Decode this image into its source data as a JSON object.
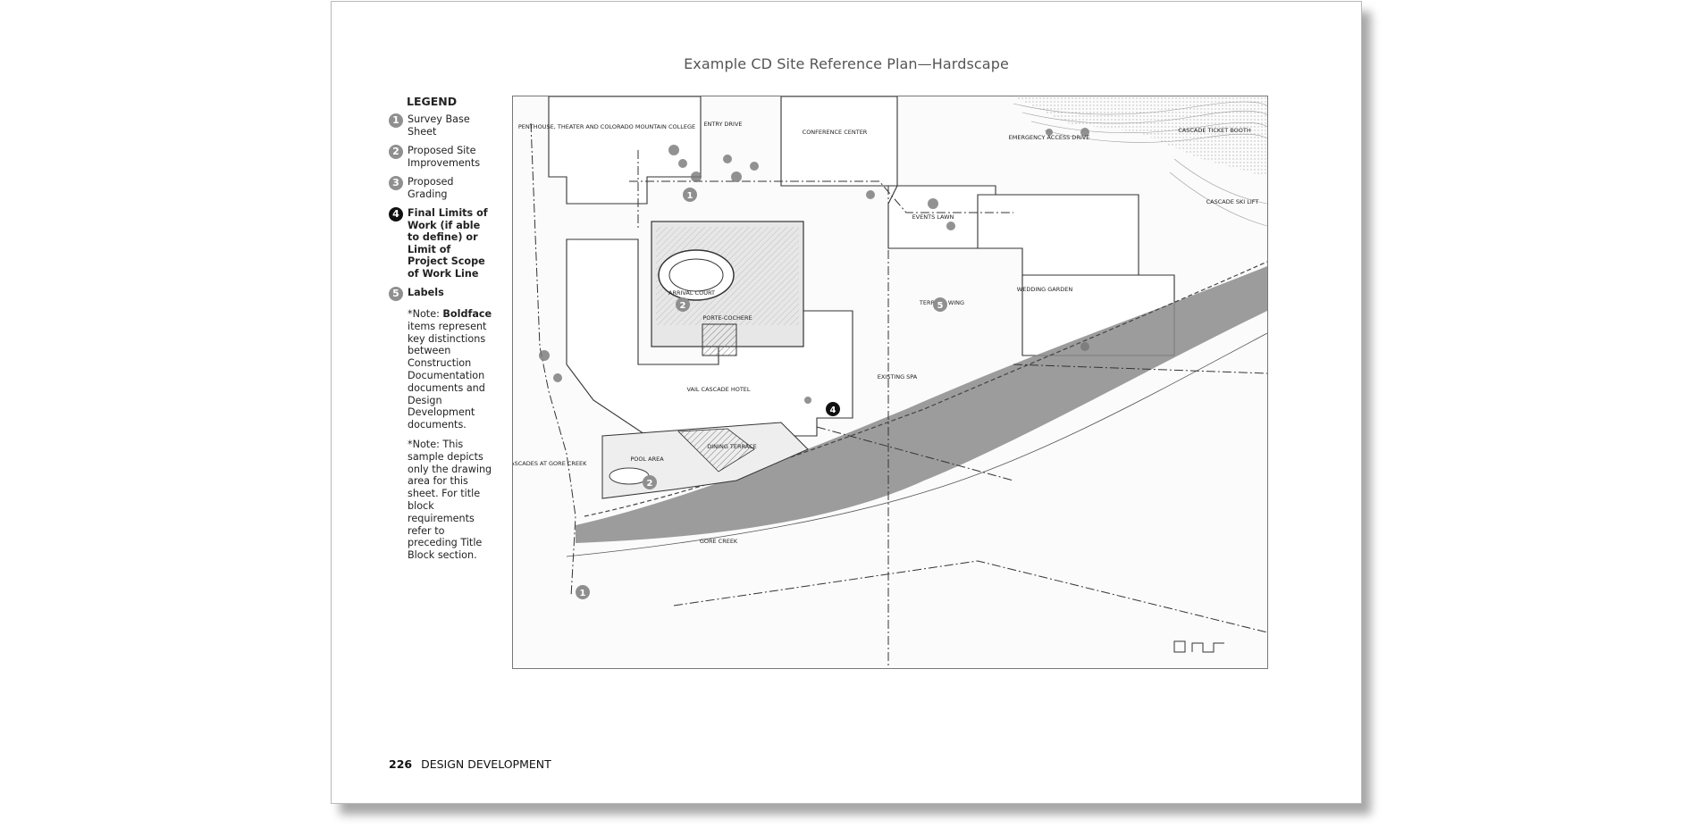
{
  "title": "Example CD Site Reference Plan—Hardscape",
  "legend": {
    "heading": "LEGEND",
    "items": [
      {
        "num": "1",
        "label": "Survey Base Sheet",
        "bold": false
      },
      {
        "num": "2",
        "label": "Proposed Site Improvements",
        "bold": false
      },
      {
        "num": "3",
        "label": "Proposed Grading",
        "bold": false
      },
      {
        "num": "4",
        "label": "Final Limits of Work (if able to define) or Limit of Project Scope of Work Line",
        "bold": true
      },
      {
        "num": "5",
        "label": "Labels",
        "bold": true
      }
    ],
    "note1_prefix": "*Note: ",
    "note1_bold": "Boldface",
    "note1_rest": " items represent key distinctions between Construction Documentation documents and Design Development documents.",
    "note2": "*Note: This sample depicts only the drawing area for this sheet. For title block requirements refer to preceding Title Block section."
  },
  "plan_labels": {
    "penthouse": "PENTHOUSE, THEATER AND COLORADO MOUNTAIN COLLEGE",
    "entry_drive": "ENTRY DRIVE",
    "conference": "CONFERENCE CENTER",
    "emergency": "EMERGENCY ACCESS DRIVE",
    "ticket": "CASCADE TICKET BOOTH",
    "ski_lift": "CASCADE SKI LIFT",
    "arrival": "ARRIVAL COURT",
    "porte": "PORTE-COCHERE",
    "events": "EVENTS LAWN",
    "terrace": "TERRACE WING",
    "wedding": "WEDDING GARDEN",
    "hotel": "VAIL CASCADE HOTEL",
    "dining": "DINING TERRACE",
    "pool": "POOL AREA",
    "cascades": "THE CASCADES AT GORE CREEK",
    "gore": "GORE CREEK",
    "existing": "EXISTING SPA"
  },
  "plan_markers": [
    "1",
    "1",
    "2",
    "2",
    "4",
    "5"
  ],
  "footer": {
    "page": "226",
    "section": "DESIGN DEVELOPMENT"
  }
}
